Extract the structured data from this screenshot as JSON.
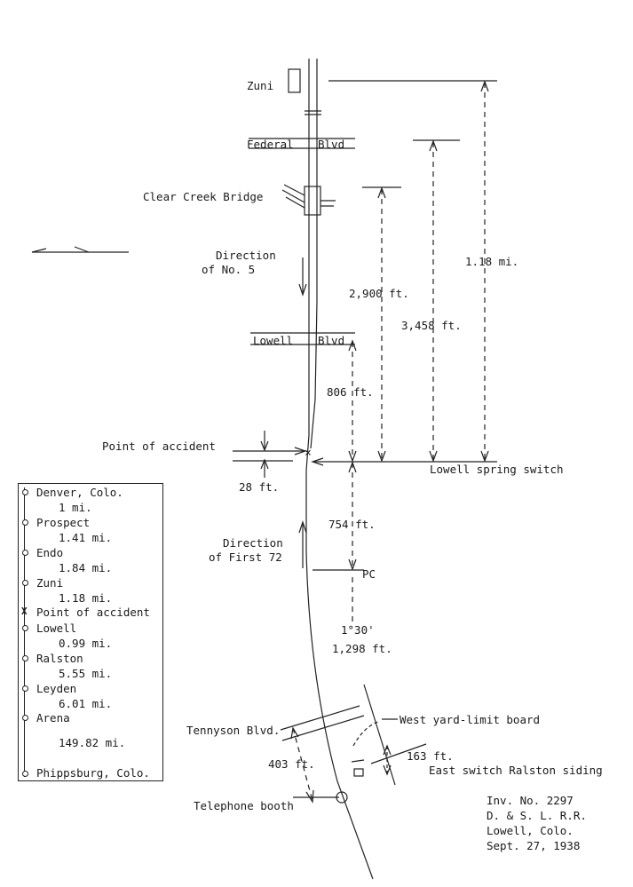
{
  "labels": {
    "zuni": "Zuni",
    "federal": "Federal",
    "blvd_federal": "Blvd",
    "clear_creek": "Clear Creek Bridge",
    "direction_no5_line1": "Direction",
    "direction_no5_line2": "of No. 5",
    "lowell": "Lowell",
    "blvd_lowell": "Blvd",
    "point_of_accident": "Point of accident",
    "lowell_spring_switch": "Lowell spring switch",
    "direction_first72_line1": "Direction",
    "direction_first72_line2": "of First 72",
    "pc": "PC",
    "curve": "1°30'",
    "tennyson": "Tennyson Blvd.",
    "west_yard": "West yard-limit board",
    "east_switch": "East switch Ralston siding",
    "telephone": "Telephone booth"
  },
  "dimensions": {
    "d_118": "1.18 mi.",
    "d_3458": "3,458 ft.",
    "d_2900": "2,900 ft.",
    "d_806": "806 ft.",
    "d_28": "28 ft.",
    "d_754": "754 ft.",
    "d_1298": "1,298 ft.",
    "d_163": "163 ft.",
    "d_403": "403 ft."
  },
  "legend": [
    {
      "station": "Denver, Colo.",
      "distance": "1 mi."
    },
    {
      "station": "Prospect",
      "distance": "1.41 mi."
    },
    {
      "station": "Endo",
      "distance": "1.84 mi."
    },
    {
      "station": "Zuni",
      "distance": "1.18 mi."
    },
    {
      "station": "Point of accident",
      "distance": ""
    },
    {
      "station": "Lowell",
      "distance": "0.99 mi."
    },
    {
      "station": "Ralston",
      "distance": "5.55 mi."
    },
    {
      "station": "Leyden",
      "distance": "6.01 mi."
    },
    {
      "station": "Arena",
      "distance": "149.82 mi."
    },
    {
      "station": "Phippsburg, Colo.",
      "distance": ""
    }
  ],
  "inventory": {
    "line1": "Inv. No. 2297",
    "line2": "D. & S. L. R.R.",
    "line3": "Lowell, Colo.",
    "line4": "Sept. 27, 1938"
  }
}
